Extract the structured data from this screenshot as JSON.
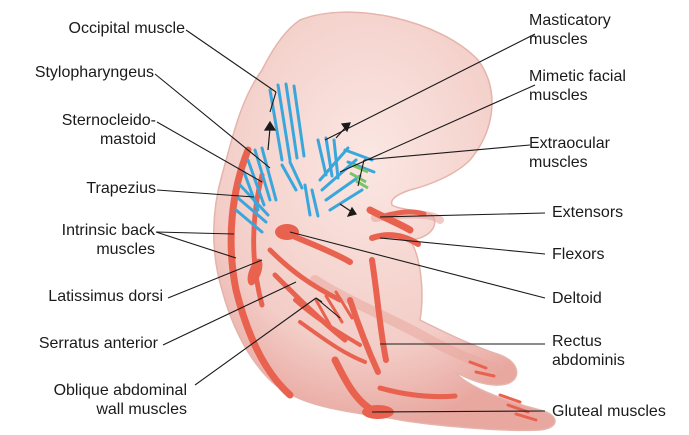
{
  "colors": {
    "skin": "#f3cdc7",
    "skin_shade": "#e8a79f",
    "mesoderm_muscle": "#e8624f",
    "head_muscle": "#3aa7dc",
    "extraocular": "#78c26b",
    "leader_line": "#1a1a1a"
  },
  "labels": {
    "occipital": {
      "lines": [
        "Occipital muscle"
      ]
    },
    "stylopharyngeus": {
      "lines": [
        "Stylopharyngeus"
      ]
    },
    "sternocleidomastoid": {
      "lines": [
        "Sternocleido-",
        "mastoid"
      ]
    },
    "trapezius": {
      "lines": [
        "Trapezius"
      ]
    },
    "intrinsic_back": {
      "lines": [
        "Intrinsic back",
        "muscles"
      ]
    },
    "latissimus": {
      "lines": [
        "Latissimus dorsi"
      ]
    },
    "serratus": {
      "lines": [
        "Serratus anterior"
      ]
    },
    "oblique": {
      "lines": [
        "Oblique abdominal",
        "wall muscles"
      ]
    },
    "masticatory": {
      "lines": [
        "Masticatory",
        "muscles"
      ]
    },
    "mimetic": {
      "lines": [
        "Mimetic facial",
        "muscles"
      ]
    },
    "extraocular": {
      "lines": [
        "Extraocular",
        "muscles"
      ]
    },
    "extensors": {
      "lines": [
        "Extensors"
      ]
    },
    "flexors": {
      "lines": [
        "Flexors"
      ]
    },
    "deltoid": {
      "lines": [
        "Deltoid"
      ]
    },
    "rectus": {
      "lines": [
        "Rectus",
        "abdominis"
      ]
    },
    "gluteal": {
      "lines": [
        "Gluteal muscles"
      ]
    }
  }
}
